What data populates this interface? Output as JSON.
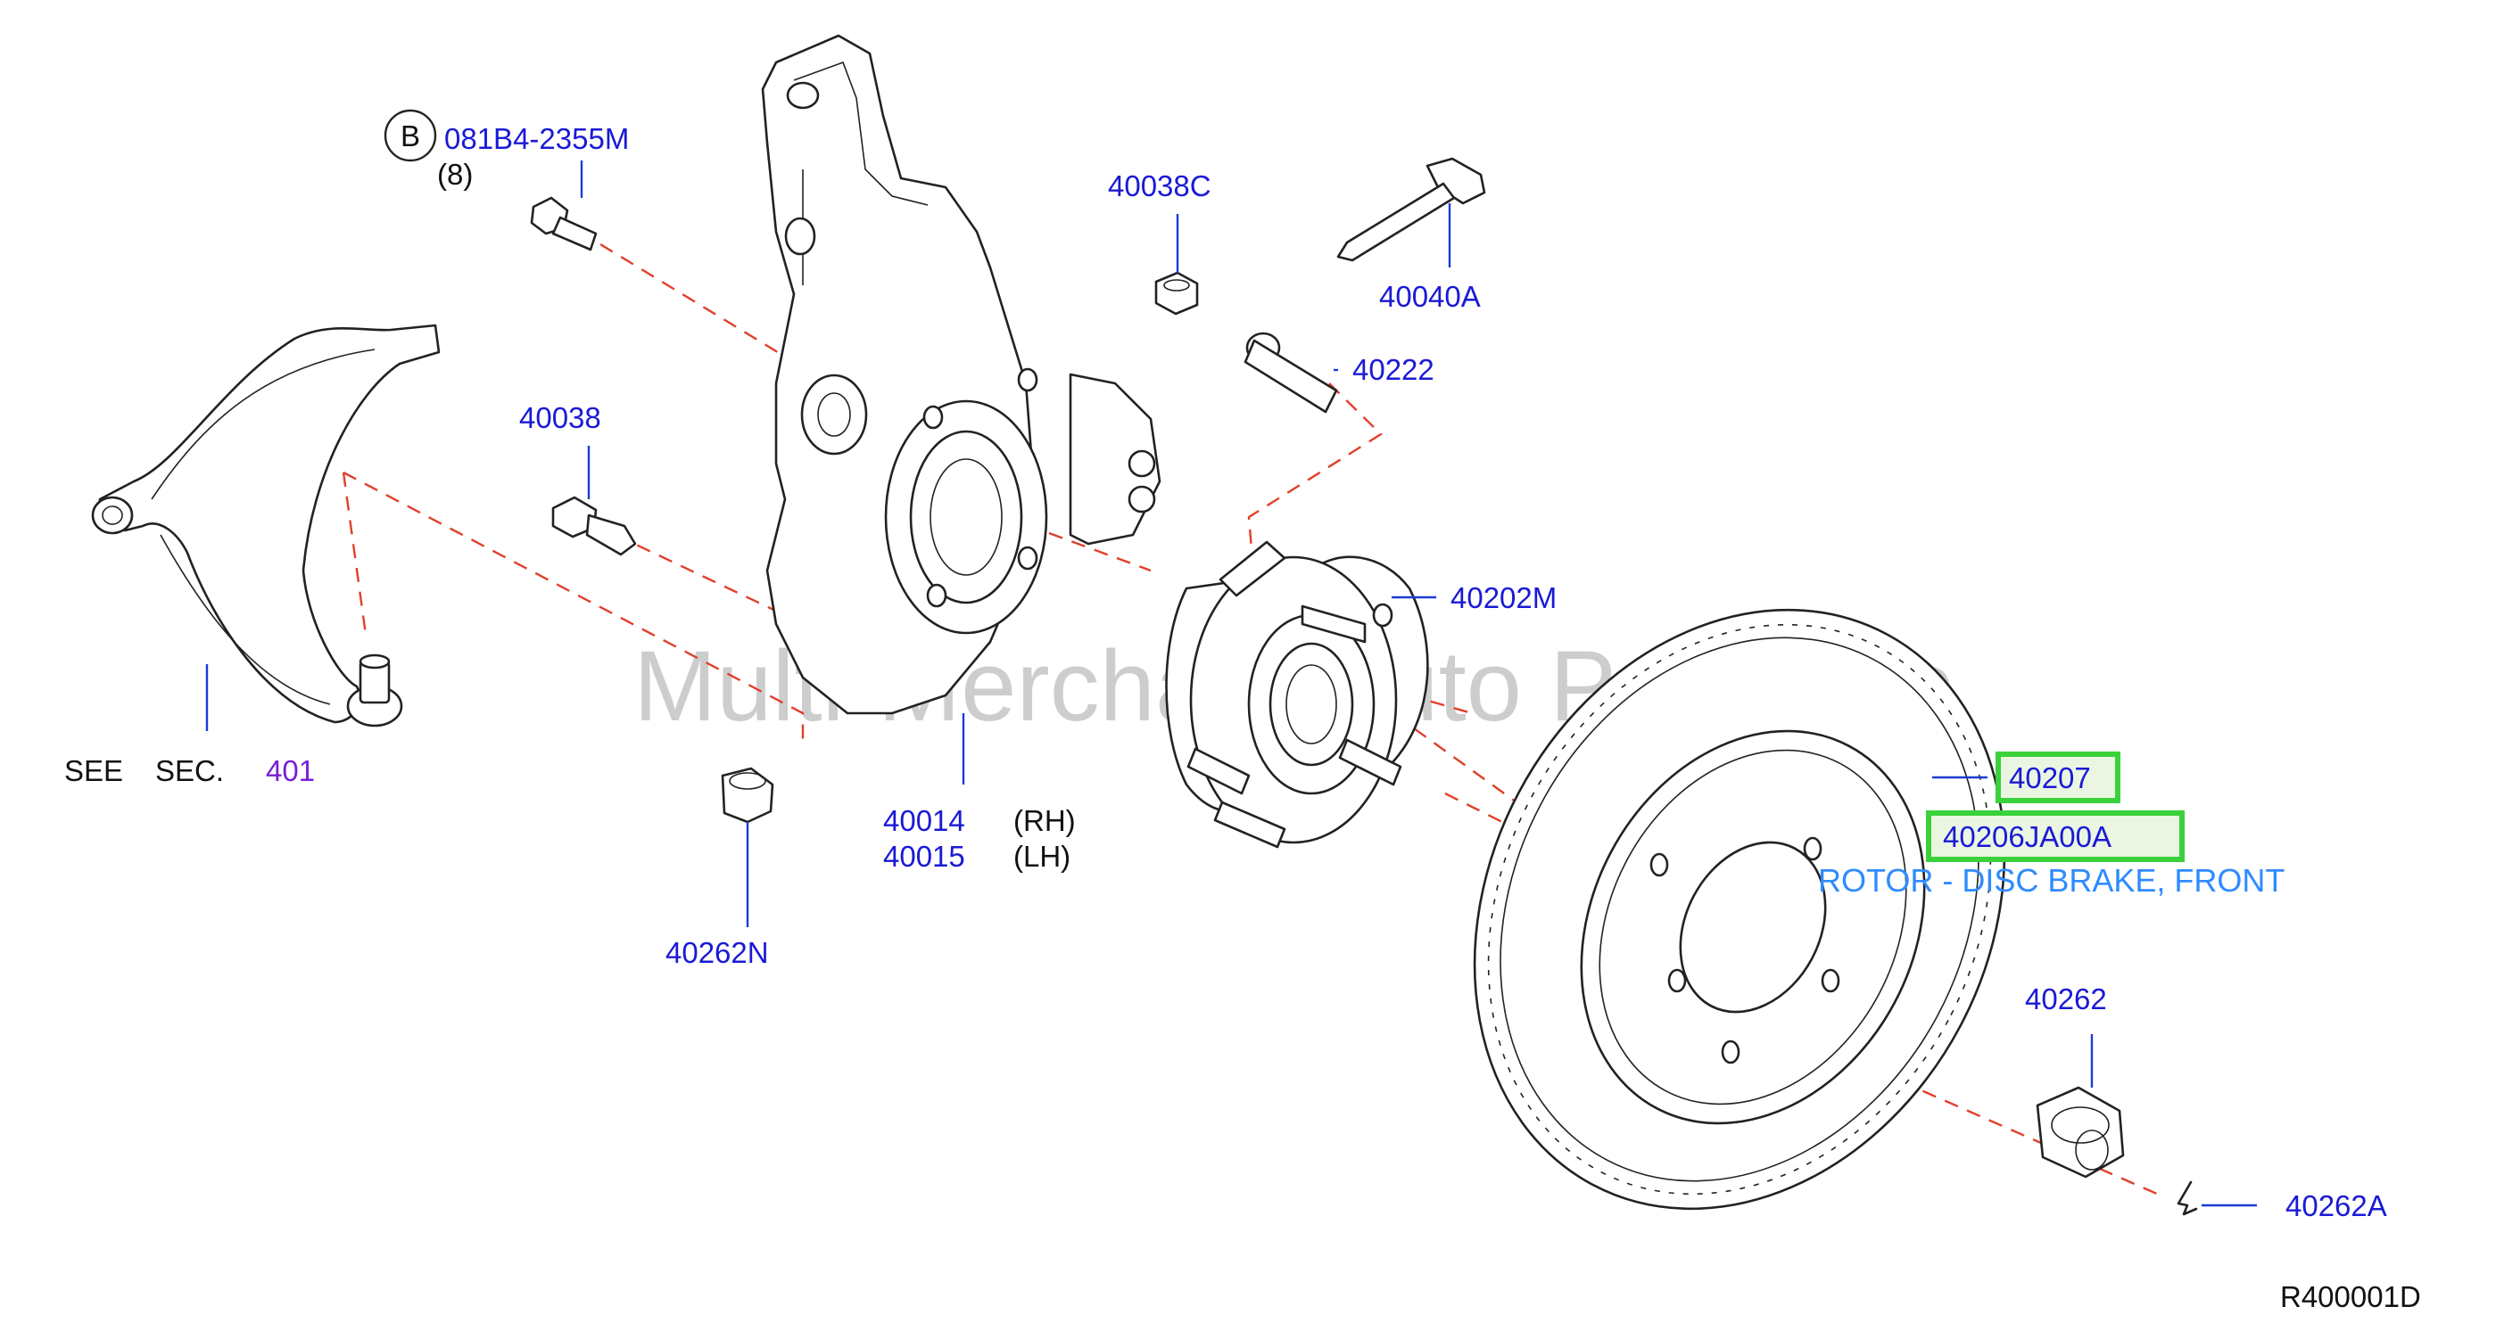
{
  "watermark": "Multi-Merchant Auto Partstore",
  "diagram_code": "R400001D",
  "callouts": {
    "bolt_prefix": "B",
    "bolt_part": "081B4-2355M",
    "bolt_qty": "(8)",
    "nut_40038C": "40038C",
    "bolt_40040A": "40040A",
    "stud_40222": "40222",
    "bolt_40038": "40038",
    "hub_40202M": "40202M",
    "see_label": "SEE",
    "sec_label": "SEC.",
    "sec_number": "401",
    "knuckle_rh": "40014",
    "knuckle_rh_side": "(RH)",
    "knuckle_lh": "40015",
    "knuckle_lh_side": "(LH)",
    "nut_40262N": "40262N",
    "rotor_40207": "40207",
    "rotor_40206JA00A": "40206JA00A",
    "rotor_description": "ROTOR - DISC BRAKE, FRONT",
    "nut_40262": "40262",
    "pin_40262A": "40262A"
  },
  "colors": {
    "part_number": "#1a1ad6",
    "description": "#2e8bff",
    "section_ref": "#7a1fd6",
    "highlight_border": "#3ad13a",
    "highlight_fill": "#eaf6e2",
    "dashed_centerline": "#e0402a"
  }
}
